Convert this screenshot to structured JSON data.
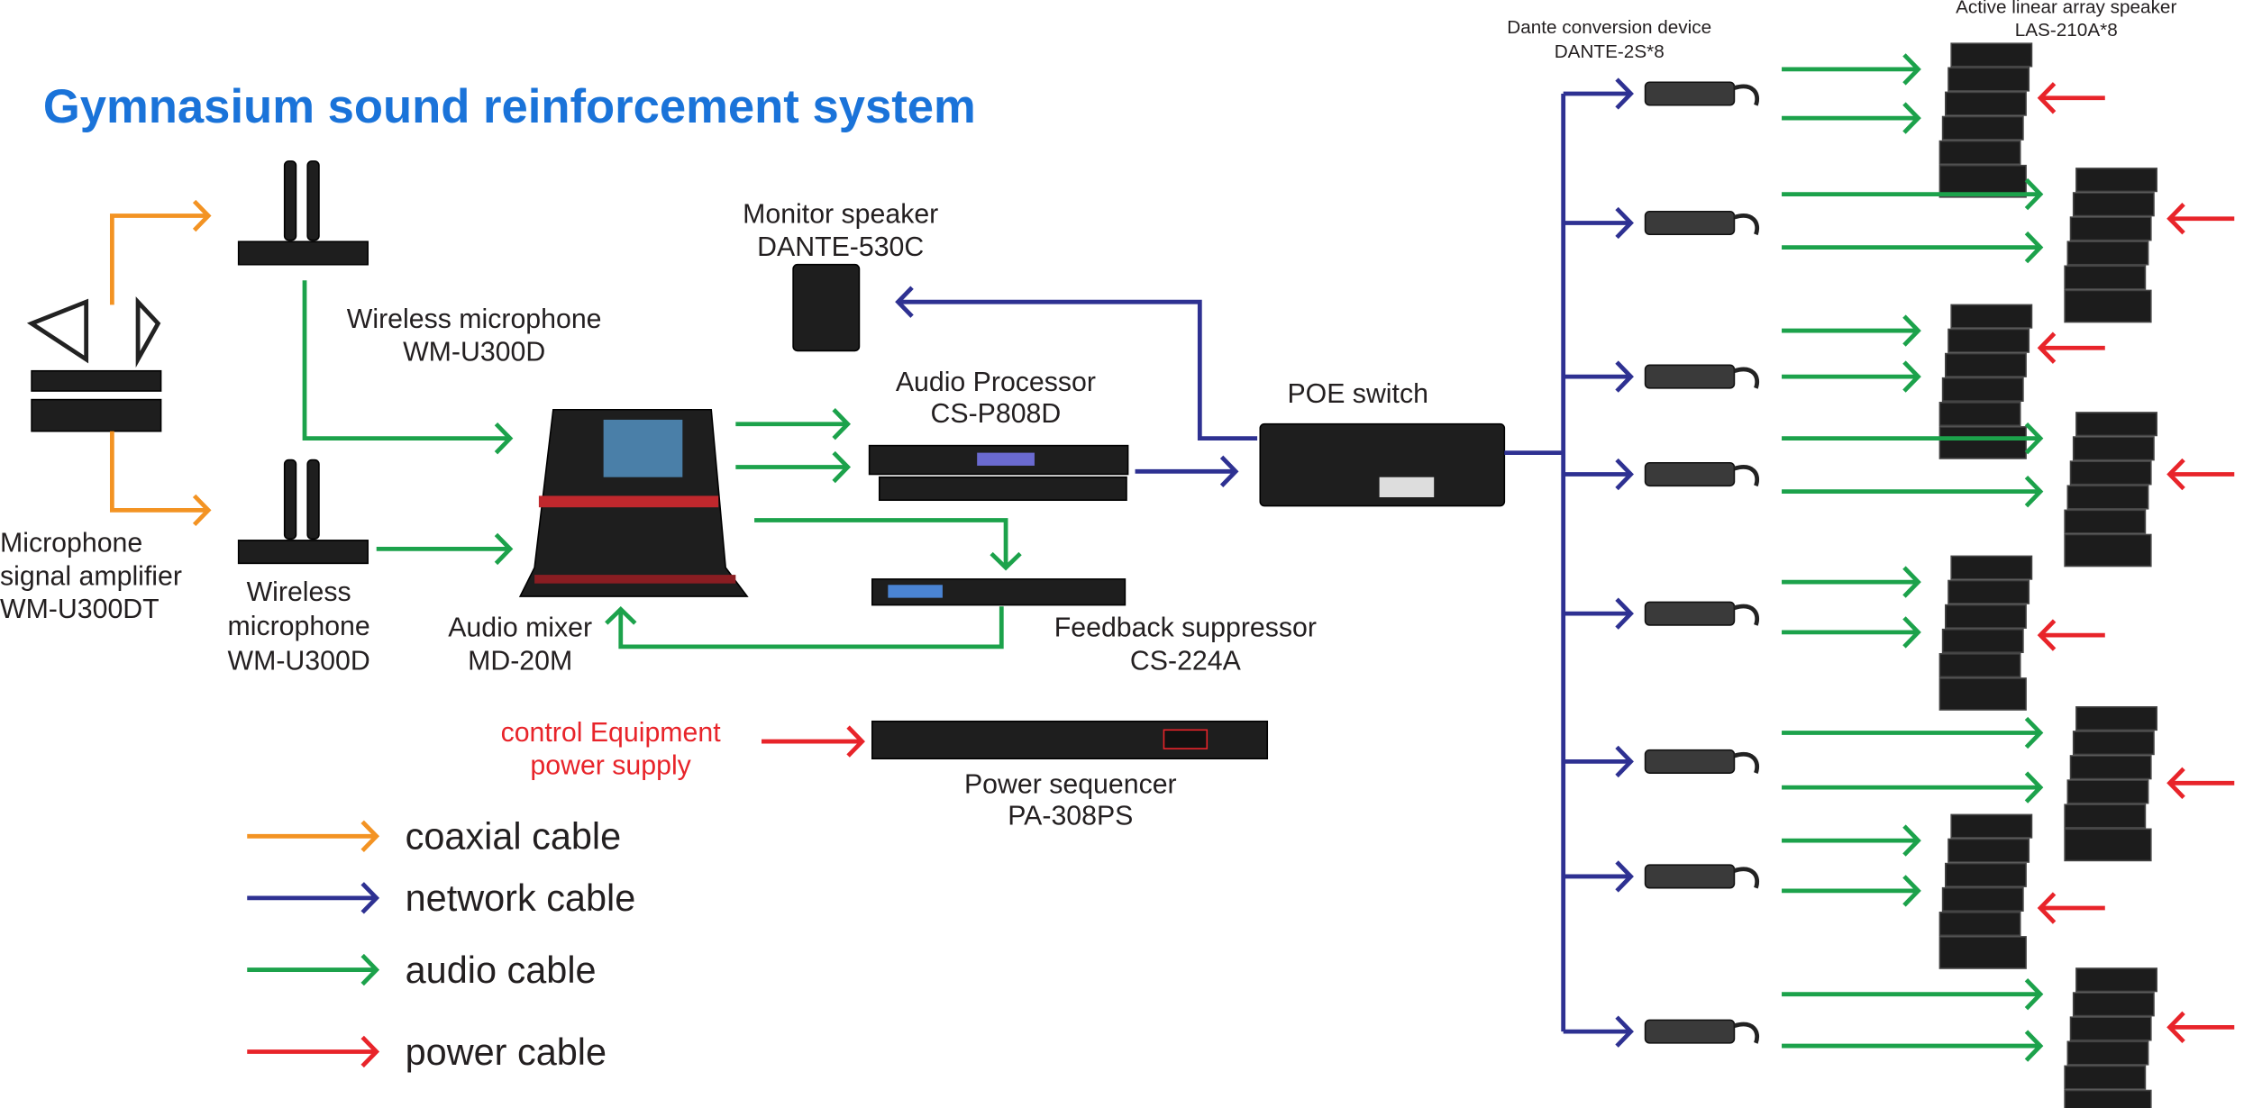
{
  "title": "Gymnasium sound reinforcement system",
  "colors": {
    "title": "#1a73d9",
    "coaxial": "#f39323",
    "network": "#2e3192",
    "audio": "#1ca24b",
    "power": "#e8242a"
  },
  "devices": {
    "amplifier": {
      "line1": "Microphone",
      "line2": "signal amplifier",
      "line3": "WM-U300DT"
    },
    "mic_top": {
      "line1": "Wireless microphone",
      "line2": "WM-U300D"
    },
    "mic_bottom": {
      "line1": "Wireless",
      "line2": "microphone",
      "line3": "WM-U300D"
    },
    "mixer": {
      "line1": "Audio mixer",
      "line2": "MD-20M"
    },
    "monitor": {
      "line1": "Monitor speaker",
      "line2": "DANTE-530C"
    },
    "processor": {
      "line1": "Audio Processor",
      "line2": "CS-P808D"
    },
    "suppressor": {
      "line1": "Feedback suppressor",
      "line2": "CS-224A"
    },
    "poe": {
      "line1": "POE switch"
    },
    "sequencer": {
      "line1": "Power sequencer",
      "line2": "PA-308PS"
    },
    "power_supply": {
      "line1": "control Equipment",
      "line2": "power supply"
    },
    "dante": {
      "line1": "Dante conversion device",
      "line2": "DANTE-2S*8"
    },
    "speaker": {
      "line1": "Active linear array speaker",
      "line2": "LAS-210A*8"
    }
  },
  "legend": [
    {
      "label": "coaxial cable",
      "type": "coaxial"
    },
    {
      "label": "network cable",
      "type": "network"
    },
    {
      "label": "audio cable",
      "type": "audio"
    },
    {
      "label": "power cable",
      "type": "power"
    }
  ]
}
